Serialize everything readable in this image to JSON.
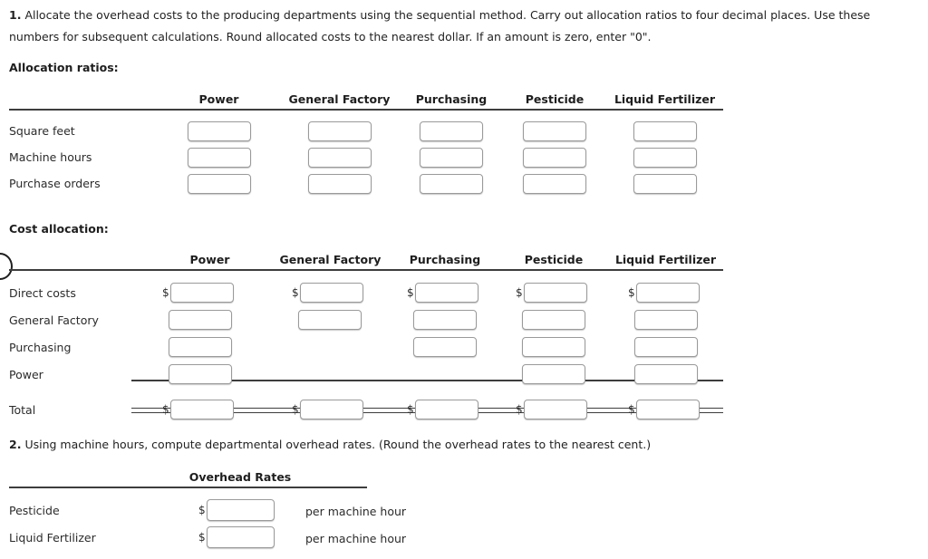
{
  "questions": {
    "q1": {
      "number": "1.",
      "text": "Allocate the overhead costs to the producing departments using the sequential method. Carry out allocation ratios to four decimal places. Use these numbers for subsequent calculations. Round allocated costs to the nearest dollar. If an amount is zero, enter \"0\"."
    },
    "q2": {
      "number": "2.",
      "text": "Using machine hours, compute departmental overhead rates. (Round the overhead rates to the nearest cent.)"
    }
  },
  "allocation_ratios": {
    "heading": "Allocation ratios:",
    "columns": [
      "Power",
      "General Factory",
      "Purchasing",
      "Pesticide",
      "Liquid Fertilizer"
    ],
    "rows": [
      {
        "label": "Square feet",
        "values": [
          "",
          "",
          "",
          "",
          ""
        ]
      },
      {
        "label": "Machine hours",
        "values": [
          "",
          "",
          "",
          "",
          ""
        ]
      },
      {
        "label": "Purchase orders",
        "values": [
          "",
          "",
          "",
          "",
          ""
        ]
      }
    ]
  },
  "cost_allocation": {
    "heading": "Cost allocation:",
    "columns": [
      "Power",
      "General Factory",
      "Purchasing",
      "Pesticide",
      "Liquid Fertilizer"
    ],
    "currency_symbol": "$",
    "rows": [
      {
        "label": "Direct costs",
        "dollar": [
          true,
          true,
          true,
          true,
          true
        ],
        "present": [
          true,
          true,
          true,
          true,
          true
        ],
        "values": [
          "",
          "",
          "",
          "",
          ""
        ]
      },
      {
        "label": "General Factory",
        "dollar": [
          false,
          false,
          false,
          false,
          false
        ],
        "present": [
          true,
          true,
          true,
          true,
          true
        ],
        "values": [
          "",
          "",
          "",
          "",
          ""
        ]
      },
      {
        "label": "Purchasing",
        "dollar": [
          false,
          false,
          false,
          false,
          false
        ],
        "present": [
          true,
          false,
          true,
          true,
          true
        ],
        "values": [
          "",
          "",
          "",
          "",
          ""
        ]
      },
      {
        "label": "Power",
        "dollar": [
          false,
          false,
          false,
          false,
          false
        ],
        "present": [
          true,
          false,
          false,
          true,
          true
        ],
        "values": [
          "",
          "",
          "",
          "",
          ""
        ]
      },
      {
        "label": "Total",
        "dollar": [
          true,
          true,
          true,
          true,
          true
        ],
        "present": [
          true,
          true,
          true,
          true,
          true
        ],
        "values": [
          "",
          "",
          "",
          "",
          ""
        ]
      }
    ]
  },
  "overhead_rates": {
    "column_header": "Overhead Rates",
    "currency_symbol": "$",
    "unit_label": "per machine hour",
    "rows": [
      {
        "label": "Pesticide",
        "value": ""
      },
      {
        "label": "Liquid Fertilizer",
        "value": ""
      }
    ]
  }
}
